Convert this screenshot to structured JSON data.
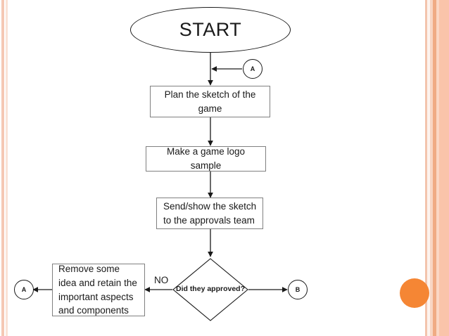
{
  "slide": {
    "background": "#ffffff",
    "accent_orange": "#f58634",
    "stripe_colors": [
      "#f7d9cb",
      "#fdeee6",
      "#f2b596",
      "#fbd9c8",
      "#fac3a9"
    ]
  },
  "flowchart": {
    "start": {
      "label": "START"
    },
    "steps": [
      {
        "id": "step-plan",
        "label": "Plan the sketch of the game"
      },
      {
        "id": "step-logo",
        "label": "Make a game logo sample"
      },
      {
        "id": "step-send",
        "label": "Send/show the sketch to the approvals team"
      },
      {
        "id": "step-remove",
        "label": "Remove some idea and retain the important aspects and components"
      }
    ],
    "decision": {
      "id": "decision-approved",
      "label": "Did they approved?"
    },
    "connectors": [
      {
        "id": "connector-a-top",
        "label": "A"
      },
      {
        "id": "connector-a-left",
        "label": "A"
      },
      {
        "id": "connector-b-right",
        "label": "B"
      }
    ],
    "edge_labels": [
      {
        "id": "edge-no",
        "label": "NO"
      }
    ]
  }
}
